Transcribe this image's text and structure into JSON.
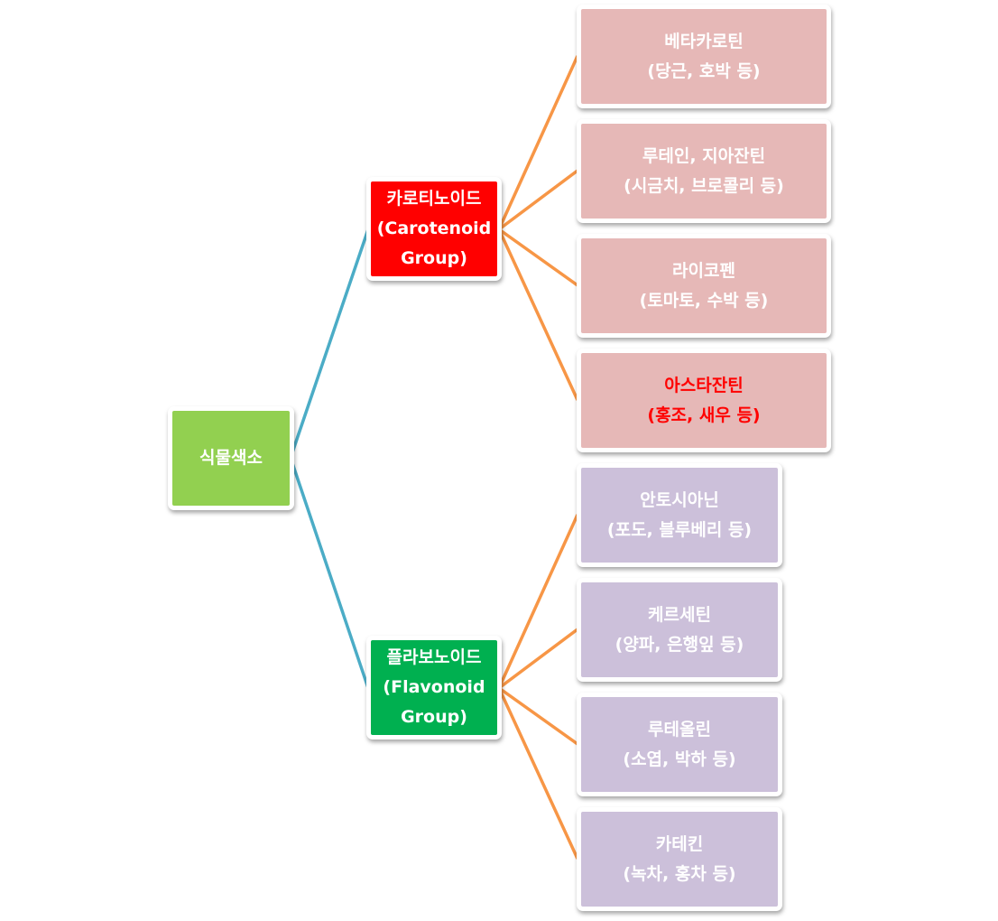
{
  "diagram": {
    "colors": {
      "root_fill": "#92d050",
      "carotenoid_fill": "#ff0000",
      "flavonoid_fill": "#00b050",
      "carotenoid_leaf_fill": "#e6b8b7",
      "flavonoid_leaf_fill": "#ccc0da",
      "root_connector": "#4bacc6",
      "leaf_connector": "#f79646",
      "highlight_text": "#ff0000"
    },
    "root": {
      "label": "식물색소"
    },
    "groups": [
      {
        "line1": "카로티노이드",
        "line2": "(Carotenoid",
        "line3": "Group)",
        "children": [
          {
            "name": "베타카로틴",
            "examples": "(당근, 호박 등)"
          },
          {
            "name": "루테인, 지아잔틴",
            "examples": "(시금치, 브로콜리 등)"
          },
          {
            "name": "라이코펜",
            "examples": "(토마토, 수박 등)"
          },
          {
            "name": "아스타잔틴",
            "examples": "(홍조, 새우 등)"
          }
        ]
      },
      {
        "line1": "플라보노이드",
        "line2": "(Flavonoid",
        "line3": "Group)",
        "children": [
          {
            "name": "안토시아닌",
            "examples": "(포도, 블루베리 등)"
          },
          {
            "name": "케르세틴",
            "examples": "(양파, 은행잎 등)"
          },
          {
            "name": "루테올린",
            "examples": "(소엽, 박하 등)"
          },
          {
            "name": "카테킨",
            "examples": "(녹차, 홍차 등)"
          }
        ]
      }
    ]
  }
}
